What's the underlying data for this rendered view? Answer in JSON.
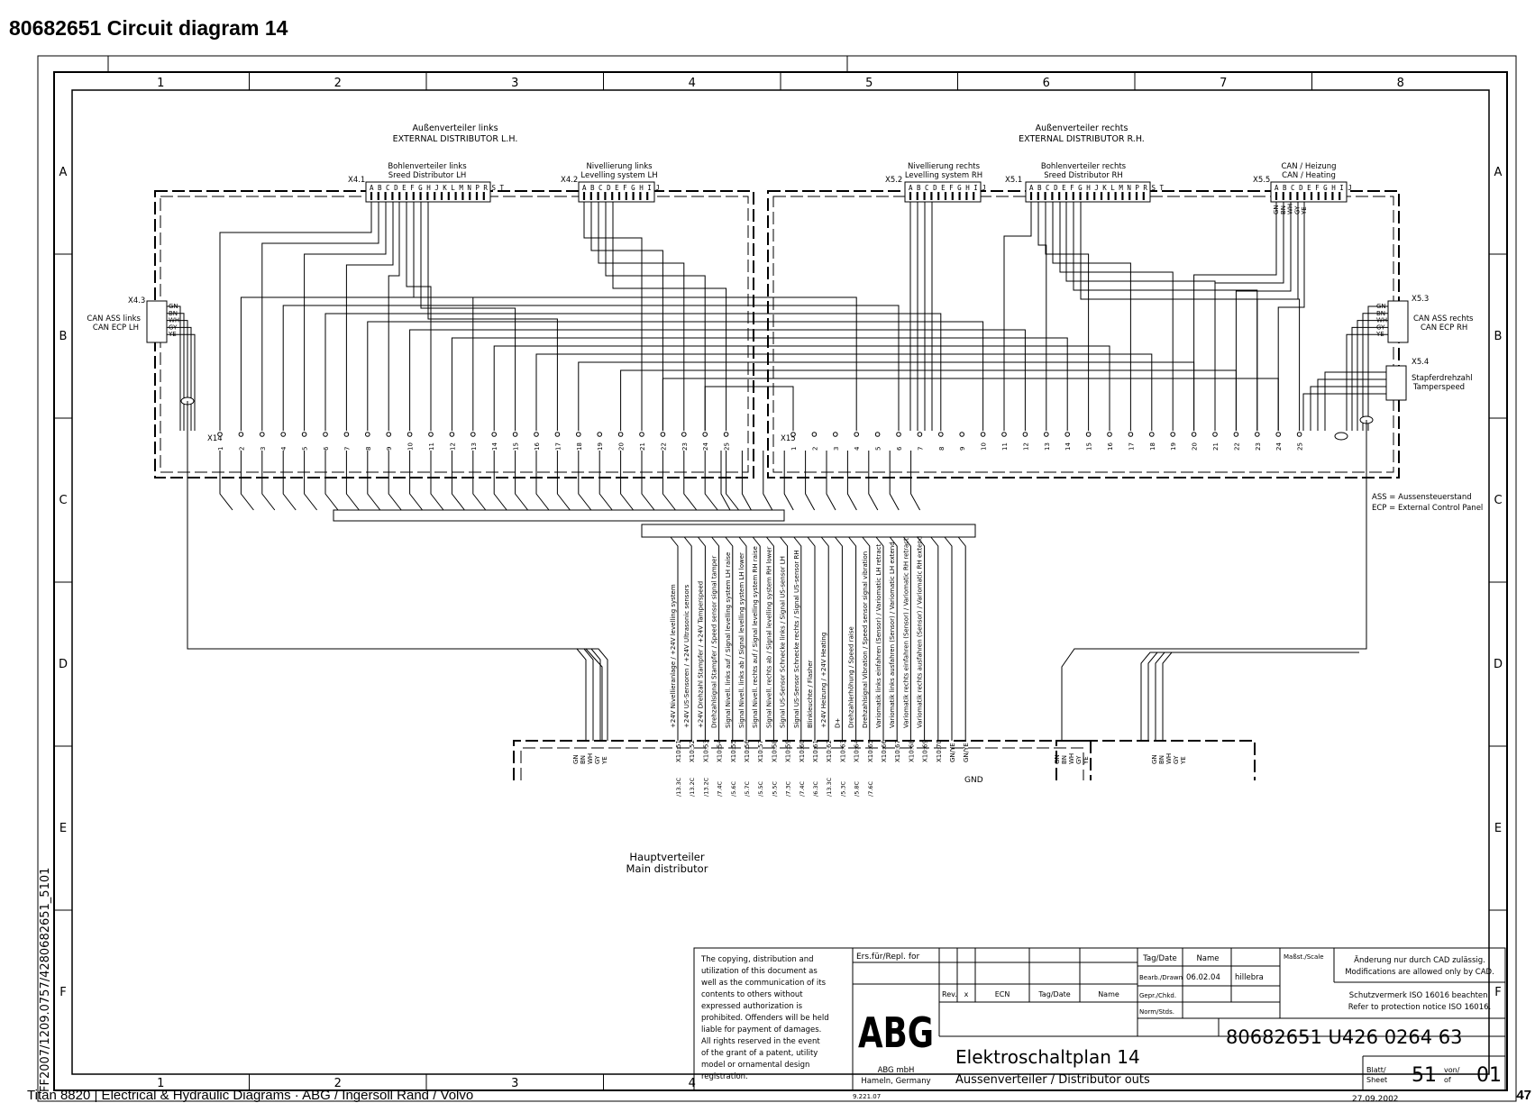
{
  "page": {
    "title": "80682651   Circuit diagram 14",
    "footer": "Titan 8820  |   Electrical & Hydraulic Diagrams  ·  ABG / Ingersoll Rand / Volvo",
    "number": "47"
  },
  "frame": {
    "cols": [
      "1",
      "2",
      "3",
      "4",
      "5",
      "6",
      "7",
      "8"
    ],
    "rows": [
      "A",
      "B",
      "C",
      "D",
      "E",
      "F"
    ],
    "bottom_cols": [
      "1",
      "2",
      "3",
      "4"
    ],
    "side_code": "FF2007/1209.0757/4280682651_5101"
  },
  "left_distributor": {
    "title_de": "Außenverteiler links",
    "title_en": "EXTERNAL DISTRIBUTOR L.H."
  },
  "right_distributor": {
    "title_de": "Außenverteiler rechts",
    "title_en": "EXTERNAL DISTRIBUTOR R.H."
  },
  "connectors": {
    "x41": {
      "id": "X4.1",
      "de": "Bohlenverteiler links",
      "en": "Sreed Distributor LH",
      "pins": "A B C D E F G H J K L M N P R S T"
    },
    "x42": {
      "id": "X4.2",
      "de": "Nivellierung links",
      "en": "Levelling system LH",
      "pins": "A B C D E F G H I J"
    },
    "x52": {
      "id": "X5.2",
      "de": "Nivellierung rechts",
      "en": "Levelling system RH",
      "pins": "A B C D E F G H I J"
    },
    "x51": {
      "id": "X5.1",
      "de": "Bohlenverteiler rechts",
      "en": "Sreed Distributor RH",
      "pins": "A B C D E F G H J K L M N P R S T"
    },
    "x55": {
      "id": "X5.5",
      "de": "CAN / Heizung",
      "en": "CAN / Heating",
      "pins": "A B C D E F G H I J"
    },
    "x43": {
      "id": "X4.3",
      "de": "CAN ASS links",
      "en": "CAN ECP LH"
    },
    "x53": {
      "id": "X5.3",
      "de": "CAN ASS rechts",
      "en": "CAN ECP RH"
    },
    "x54": {
      "id": "X5.4",
      "de": "Stapferdrehzahl",
      "en": "Tamperspeed"
    },
    "x14": {
      "id": "X14"
    },
    "x15": {
      "id": "X15"
    }
  },
  "wire_colors": [
    "GN",
    "BN",
    "WH",
    "GY",
    "YE"
  ],
  "terminal_numbers": [
    "1",
    "2",
    "3",
    "4",
    "5",
    "6",
    "7",
    "8",
    "9",
    "10",
    "11",
    "12",
    "13",
    "14",
    "15",
    "16",
    "17",
    "18",
    "19",
    "20",
    "21",
    "22",
    "23",
    "24",
    "25"
  ],
  "legend": {
    "ass": "ASS = Aussensteuerstand",
    "ecp": "ECP = External Control Panel"
  },
  "signals": [
    {
      "label": "+24V Nivellieranlage / +24V levelling system",
      "term": "X10:51",
      "ref": "/13.3C"
    },
    {
      "label": "+24V US-Sensoren / +24V Ultrasonic sensors",
      "term": "X10:52",
      "ref": "/13.2C"
    },
    {
      "label": "+24V Drehzahl Stampfer / +24V Tamperspeed",
      "term": "X10:53",
      "ref": "/13.2C"
    },
    {
      "label": "Drehzahlsignal Stampfer / Speed sensor signal tamper",
      "term": "X10:54",
      "ref": "/7.4C"
    },
    {
      "label": "Signal Nivell. links auf / Signal levelling system LH raise",
      "term": "X10:55",
      "ref": "/5.6C"
    },
    {
      "label": "Signal Nivell. links ab / Signal levelling system LH lower",
      "term": "X10:56",
      "ref": "/5.7C"
    },
    {
      "label": "Signal Nivell. rechts auf / Signal levelling system RH raise",
      "term": "X10:57",
      "ref": "/5.5C"
    },
    {
      "label": "Signal Nivell. rechts ab / Signal levelling system RH lower",
      "term": "X10:58",
      "ref": "/5.5C"
    },
    {
      "label": "Signal US-Sensor Schnecke links / Signal US-sensor LH",
      "term": "X10:59",
      "ref": "/7.3C"
    },
    {
      "label": "Signal US-Sensor Schnecke rechts / Signal US-sensor RH",
      "term": "X10:60",
      "ref": "/7.4C"
    },
    {
      "label": "Blinkleuchte / Flasher",
      "term": "X10:61",
      "ref": "/6.3C"
    },
    {
      "label": "+24V Heizung / +24V Heating",
      "term": "X10:62",
      "ref": "/13.3C"
    },
    {
      "label": "D+",
      "term": "X10:63",
      "ref": "/5.3C"
    },
    {
      "label": "Drehzahlerhöhung / Speed raise",
      "term": "X10:64",
      "ref": "/5.8C"
    },
    {
      "label": "Drehzahlsignal Vibration / Speed sensor signal vibration",
      "term": "X10:65",
      "ref": "/7.6C"
    },
    {
      "label": "Variomatik links einfahren (Sensor) / Variomatic LH retract",
      "term": "X10:66",
      "ref": ""
    },
    {
      "label": "Variomatik links ausfahren (Sensor) / Variomatic LH extend",
      "term": "X10:67",
      "ref": ""
    },
    {
      "label": "Variomatik rechts einfahren (Sensor) / Variomatic RH retract",
      "term": "X10:68",
      "ref": ""
    },
    {
      "label": "Variomatik rechts ausfahren (Sensor) / Variomatic RH extend",
      "term": "X10:69",
      "ref": ""
    },
    {
      "label": "",
      "term": "X10:70",
      "ref": ""
    },
    {
      "label": "",
      "term": "GN/YE",
      "ref": ""
    },
    {
      "label": "",
      "term": "GN/YE",
      "ref": ""
    }
  ],
  "gnd": "GND",
  "main_distributor": {
    "de": "Hauptverteiler",
    "en": "Main distributor"
  },
  "title_block": {
    "copyright": [
      "The copying, distribution and",
      "utilization of this document as",
      "well as the communication of its",
      "contents to others without",
      "expressed authorization is",
      "prohibited. Offenders will be held",
      "liable for payment of damages.",
      "All rights reserved in the event",
      "of the grant of a patent, utility",
      "model or ornamental design",
      "registration."
    ],
    "repl": "Ers.für/Repl. for",
    "rev": "Rev.",
    "x": "x",
    "ecn": "ECN",
    "tag_date": "Tag/Date",
    "name": "Name",
    "bearb": "Bearb./Drawn",
    "drawn_date": "06.02.04",
    "drawn_name": "hillebra",
    "gepr": "Gepr./Chkd.",
    "norm": "Norm/Stds.",
    "scale": "Maßst./Scale",
    "logo": "ABG",
    "company": "ABG mbH",
    "city": "Hameln, Germany",
    "code": "9.221.07",
    "cad_de": "Änderung nur durch CAD zulässig.",
    "cad_en": "Modifications are allowed only by CAD.",
    "prot_de": "Schutzvermerk ISO 16016 beachten.",
    "prot_en": "Refer to protection notice ISO 16016.",
    "drawing_number": "80682651 U426 0264 63",
    "title_de": "Elektroschaltplan 14",
    "title_en": "Aussenverteiler / Distributor outs",
    "sheet_label": "Blatt/ Sheet",
    "sheet": "51",
    "of_label": "von/ of",
    "of": "01",
    "date": "27.09.2002"
  }
}
